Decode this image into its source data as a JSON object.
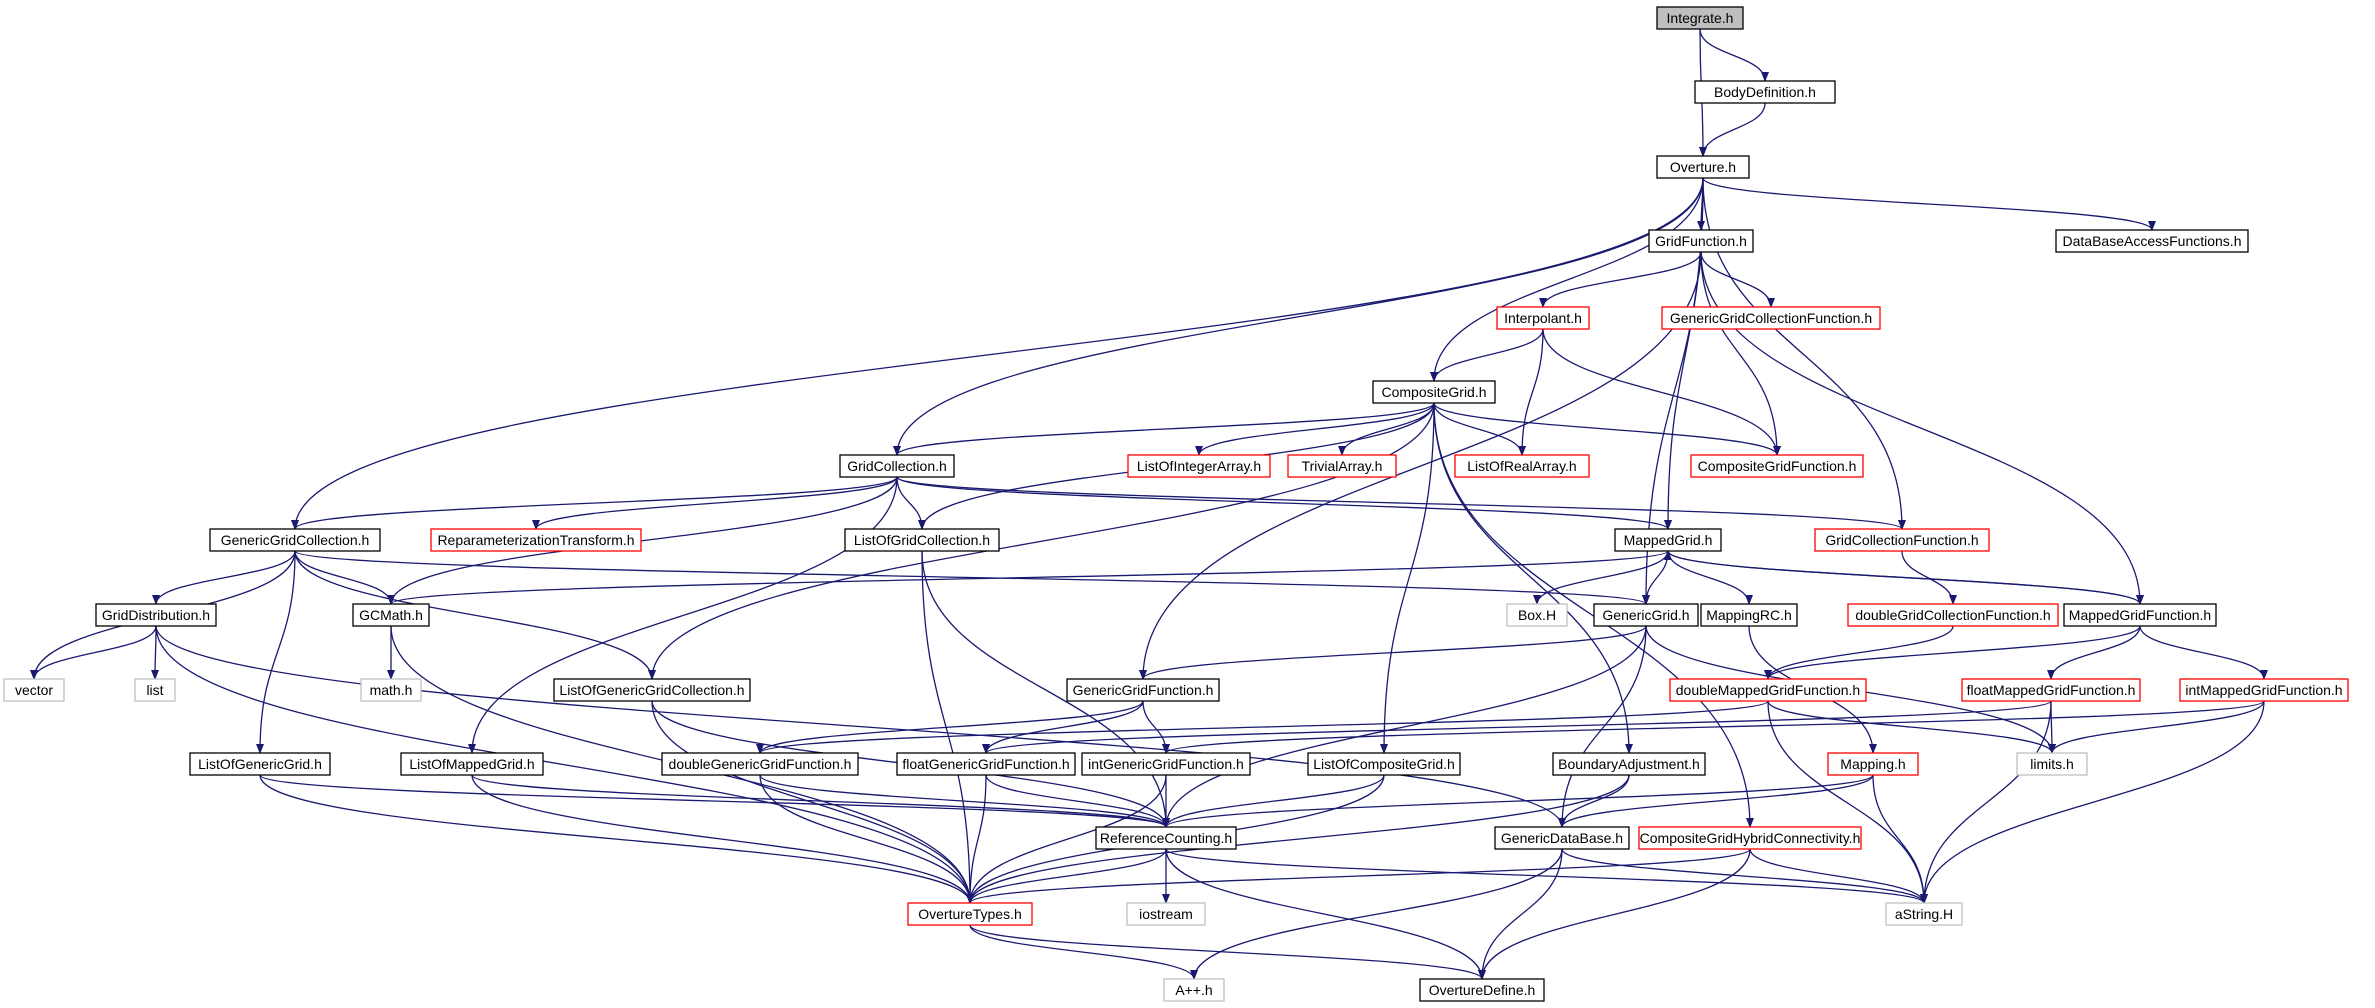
{
  "colors": {
    "edge": "#191970",
    "box_black": "#000000",
    "box_red": "#ff0000",
    "box_gray": "#bfbfbf",
    "root_fill": "#bfbfbf"
  },
  "nodes": [
    {
      "id": "integrate",
      "label": "Integrate.h",
      "style": "root"
    },
    {
      "id": "bodydef",
      "label": "BodyDefinition.h",
      "style": "black"
    },
    {
      "id": "overture",
      "label": "Overture.h",
      "style": "black"
    },
    {
      "id": "dbaccess",
      "label": "DataBaseAccessFunctions.h",
      "style": "black"
    },
    {
      "id": "gridfunction",
      "label": "GridFunction.h",
      "style": "black"
    },
    {
      "id": "interpolant",
      "label": "Interpolant.h",
      "style": "red"
    },
    {
      "id": "ggcf",
      "label": "GenericGridCollectionFunction.h",
      "style": "red"
    },
    {
      "id": "compositegrid",
      "label": "CompositeGrid.h",
      "style": "black"
    },
    {
      "id": "gridcollection",
      "label": "GridCollection.h",
      "style": "black"
    },
    {
      "id": "listofintarray",
      "label": "ListOfIntegerArray.h",
      "style": "red"
    },
    {
      "id": "trivialarray",
      "label": "TrivialArray.h",
      "style": "red"
    },
    {
      "id": "listofrealarray",
      "label": "ListOfRealArray.h",
      "style": "red"
    },
    {
      "id": "cgf",
      "label": "CompositeGridFunction.h",
      "style": "red"
    },
    {
      "id": "ggc",
      "label": "GenericGridCollection.h",
      "style": "black"
    },
    {
      "id": "reparam",
      "label": "ReparameterizationTransform.h",
      "style": "red"
    },
    {
      "id": "listofgc",
      "label": "ListOfGridCollection.h",
      "style": "black"
    },
    {
      "id": "mappedgrid",
      "label": "MappedGrid.h",
      "style": "black"
    },
    {
      "id": "gcf",
      "label": "GridCollectionFunction.h",
      "style": "red"
    },
    {
      "id": "griddist",
      "label": "GridDistribution.h",
      "style": "black"
    },
    {
      "id": "gcmath",
      "label": "GCMath.h",
      "style": "black"
    },
    {
      "id": "boxh",
      "label": "Box.H",
      "style": "gray"
    },
    {
      "id": "genericgrid",
      "label": "GenericGrid.h",
      "style": "black"
    },
    {
      "id": "mappingrc",
      "label": "MappingRC.h",
      "style": "black"
    },
    {
      "id": "dgcf",
      "label": "doubleGridCollectionFunction.h",
      "style": "red"
    },
    {
      "id": "mgf",
      "label": "MappedGridFunction.h",
      "style": "black"
    },
    {
      "id": "vector",
      "label": "vector",
      "style": "gray"
    },
    {
      "id": "list",
      "label": "list",
      "style": "gray"
    },
    {
      "id": "mathh",
      "label": "math.h",
      "style": "gray"
    },
    {
      "id": "listofggc",
      "label": "ListOfGenericGridCollection.h",
      "style": "black"
    },
    {
      "id": "ggf",
      "label": "GenericGridFunction.h",
      "style": "black"
    },
    {
      "id": "dmgf",
      "label": "doubleMappedGridFunction.h",
      "style": "red"
    },
    {
      "id": "fmgf",
      "label": "floatMappedGridFunction.h",
      "style": "red"
    },
    {
      "id": "imgf",
      "label": "intMappedGridFunction.h",
      "style": "red"
    },
    {
      "id": "listofgg",
      "label": "ListOfGenericGrid.h",
      "style": "black"
    },
    {
      "id": "listofmg",
      "label": "ListOfMappedGrid.h",
      "style": "black"
    },
    {
      "id": "dggf",
      "label": "doubleGenericGridFunction.h",
      "style": "black"
    },
    {
      "id": "fggf",
      "label": "floatGenericGridFunction.h",
      "style": "black"
    },
    {
      "id": "iggf",
      "label": "intGenericGridFunction.h",
      "style": "black"
    },
    {
      "id": "listofcg",
      "label": "ListOfCompositeGrid.h",
      "style": "black"
    },
    {
      "id": "boundadj",
      "label": "BoundaryAdjustment.h",
      "style": "black"
    },
    {
      "id": "mapping",
      "label": "Mapping.h",
      "style": "red"
    },
    {
      "id": "limitsh",
      "label": "limits.h",
      "style": "gray"
    },
    {
      "id": "refcount",
      "label": "ReferenceCounting.h",
      "style": "black"
    },
    {
      "id": "gdb",
      "label": "GenericDataBase.h",
      "style": "black"
    },
    {
      "id": "cghc",
      "label": "CompositeGridHybridConnectivity.h",
      "style": "red"
    },
    {
      "id": "overturetypes",
      "label": "OvertureTypes.h",
      "style": "red"
    },
    {
      "id": "iostream",
      "label": "iostream",
      "style": "gray"
    },
    {
      "id": "astring",
      "label": "aString.H",
      "style": "gray"
    },
    {
      "id": "app",
      "label": "A++.h",
      "style": "gray"
    },
    {
      "id": "overturedefine",
      "label": "OvertureDefine.h",
      "style": "black"
    }
  ],
  "edges": [
    [
      "integrate",
      "bodydef"
    ],
    [
      "integrate",
      "overture"
    ],
    [
      "bodydef",
      "overture"
    ],
    [
      "overture",
      "dbaccess"
    ],
    [
      "overture",
      "gridfunction"
    ],
    [
      "overture",
      "compositegrid"
    ],
    [
      "overture",
      "gridcollection"
    ],
    [
      "overture",
      "ggc"
    ],
    [
      "overture",
      "mappedgrid"
    ],
    [
      "overture",
      "genericgrid"
    ],
    [
      "overture",
      "gcf"
    ],
    [
      "gridfunction",
      "interpolant"
    ],
    [
      "gridfunction",
      "ggcf"
    ],
    [
      "gridfunction",
      "cgf"
    ],
    [
      "gridfunction",
      "mgf"
    ],
    [
      "gridfunction",
      "ggf"
    ],
    [
      "interpolant",
      "compositegrid"
    ],
    [
      "interpolant",
      "listofrealarray"
    ],
    [
      "interpolant",
      "cgf"
    ],
    [
      "compositegrid",
      "gridcollection"
    ],
    [
      "compositegrid",
      "listofintarray"
    ],
    [
      "compositegrid",
      "trivialarray"
    ],
    [
      "compositegrid",
      "listofrealarray"
    ],
    [
      "compositegrid",
      "cgf"
    ],
    [
      "compositegrid",
      "listofgc"
    ],
    [
      "compositegrid",
      "listofggc"
    ],
    [
      "compositegrid",
      "listofcg"
    ],
    [
      "compositegrid",
      "boundadj"
    ],
    [
      "compositegrid",
      "cghc"
    ],
    [
      "gridcollection",
      "ggc"
    ],
    [
      "gridcollection",
      "reparam"
    ],
    [
      "gridcollection",
      "listofgc"
    ],
    [
      "gridcollection",
      "mappedgrid"
    ],
    [
      "gridcollection",
      "gcf"
    ],
    [
      "gridcollection",
      "gcmath"
    ],
    [
      "gridcollection",
      "listofmg"
    ],
    [
      "ggc",
      "griddist"
    ],
    [
      "ggc",
      "gcmath"
    ],
    [
      "ggc",
      "vector"
    ],
    [
      "ggc",
      "listofggc"
    ],
    [
      "ggc",
      "listofgg"
    ],
    [
      "ggc",
      "genericgrid"
    ],
    [
      "listofgc",
      "refcount"
    ],
    [
      "listofgc",
      "overturetypes"
    ],
    [
      "mappedgrid",
      "boxh"
    ],
    [
      "mappedgrid",
      "genericgrid"
    ],
    [
      "mappedgrid",
      "mappingrc"
    ],
    [
      "mappedgrid",
      "mgf"
    ],
    [
      "mappedgrid",
      "gcmath"
    ],
    [
      "gcf",
      "dgcf"
    ],
    [
      "griddist",
      "vector"
    ],
    [
      "griddist",
      "list"
    ],
    [
      "griddist",
      "overturetypes"
    ],
    [
      "griddist",
      "gdb"
    ],
    [
      "gcmath",
      "mathh"
    ],
    [
      "gcmath",
      "overturetypes"
    ],
    [
      "genericgrid",
      "ggf"
    ],
    [
      "genericgrid",
      "refcount"
    ],
    [
      "genericgrid",
      "gdb"
    ],
    [
      "genericgrid",
      "limitsh"
    ],
    [
      "mappingrc",
      "mapping"
    ],
    [
      "dgcf",
      "dmgf"
    ],
    [
      "mgf",
      "mappedgrid"
    ],
    [
      "mgf",
      "dmgf"
    ],
    [
      "mgf",
      "fmgf"
    ],
    [
      "mgf",
      "imgf"
    ],
    [
      "listofggc",
      "refcount"
    ],
    [
      "listofggc",
      "overturetypes"
    ],
    [
      "ggf",
      "dggf"
    ],
    [
      "ggf",
      "fggf"
    ],
    [
      "ggf",
      "iggf"
    ],
    [
      "dmgf",
      "dggf"
    ],
    [
      "dmgf",
      "limitsh"
    ],
    [
      "dmgf",
      "astring"
    ],
    [
      "fmgf",
      "fggf"
    ],
    [
      "fmgf",
      "limitsh"
    ],
    [
      "fmgf",
      "astring"
    ],
    [
      "imgf",
      "iggf"
    ],
    [
      "imgf",
      "limitsh"
    ],
    [
      "imgf",
      "astring"
    ],
    [
      "listofgg",
      "refcount"
    ],
    [
      "listofgg",
      "overturetypes"
    ],
    [
      "listofmg",
      "refcount"
    ],
    [
      "listofmg",
      "overturetypes"
    ],
    [
      "dggf",
      "refcount"
    ],
    [
      "dggf",
      "overturetypes"
    ],
    [
      "fggf",
      "refcount"
    ],
    [
      "fggf",
      "overturetypes"
    ],
    [
      "iggf",
      "refcount"
    ],
    [
      "iggf",
      "overturetypes"
    ],
    [
      "listofcg",
      "refcount"
    ],
    [
      "listofcg",
      "overturetypes"
    ],
    [
      "boundadj",
      "gdb"
    ],
    [
      "boundadj",
      "overturetypes"
    ],
    [
      "mapping",
      "refcount"
    ],
    [
      "mapping",
      "gdb"
    ],
    [
      "mapping",
      "astring"
    ],
    [
      "refcount",
      "overturetypes"
    ],
    [
      "refcount",
      "iostream"
    ],
    [
      "refcount",
      "overturedefine"
    ],
    [
      "refcount",
      "astring"
    ],
    [
      "gdb",
      "app"
    ],
    [
      "gdb",
      "overturedefine"
    ],
    [
      "gdb",
      "astring"
    ],
    [
      "cghc",
      "overturetypes"
    ],
    [
      "cghc",
      "overturedefine"
    ],
    [
      "cghc",
      "astring"
    ],
    [
      "overturetypes",
      "app"
    ],
    [
      "overturetypes",
      "overturedefine"
    ]
  ]
}
